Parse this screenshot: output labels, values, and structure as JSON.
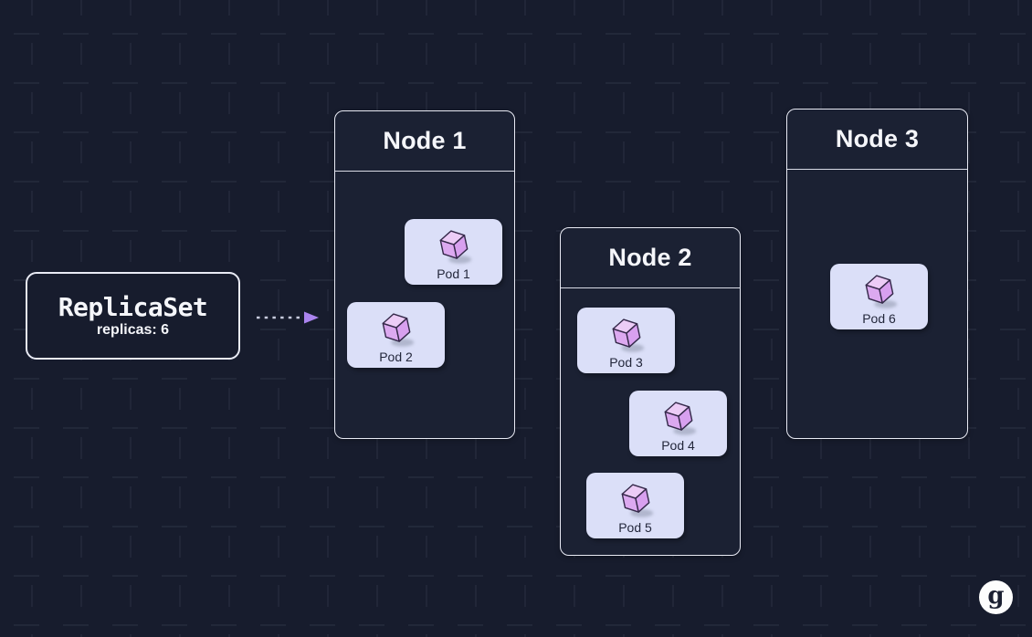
{
  "diagram": {
    "topic": "Kubernetes ReplicaSet scheduling pods across nodes"
  },
  "replicaset": {
    "title": "ReplicaSet",
    "subtitle": "replicas: 6"
  },
  "arrow": {
    "style": "dashed",
    "direction": "right"
  },
  "nodes": [
    {
      "label": "Node 1",
      "pods": [
        {
          "label": "Pod 1"
        },
        {
          "label": "Pod 2"
        }
      ]
    },
    {
      "label": "Node 2",
      "pods": [
        {
          "label": "Pod 3"
        },
        {
          "label": "Pod 4"
        },
        {
          "label": "Pod 5"
        }
      ]
    },
    {
      "label": "Node 3",
      "pods": [
        {
          "label": "Pod 6"
        }
      ]
    }
  ],
  "logo": {
    "letter": "g"
  },
  "colors": {
    "bg": "#171c2d",
    "node-fill": "#1b2133",
    "node-border": "#e9ebf5",
    "pod-fill": "#dbdff8",
    "pod-text": "#23273b",
    "cube-top": "#ecccf6",
    "cube-left": "#dca9f0",
    "cube-right": "#d8a0ef",
    "cube-stroke": "#35294a",
    "arrow-dash": "#c7cbdd",
    "arrow-head": "#ab84ef",
    "text": "#f5f6fa"
  }
}
